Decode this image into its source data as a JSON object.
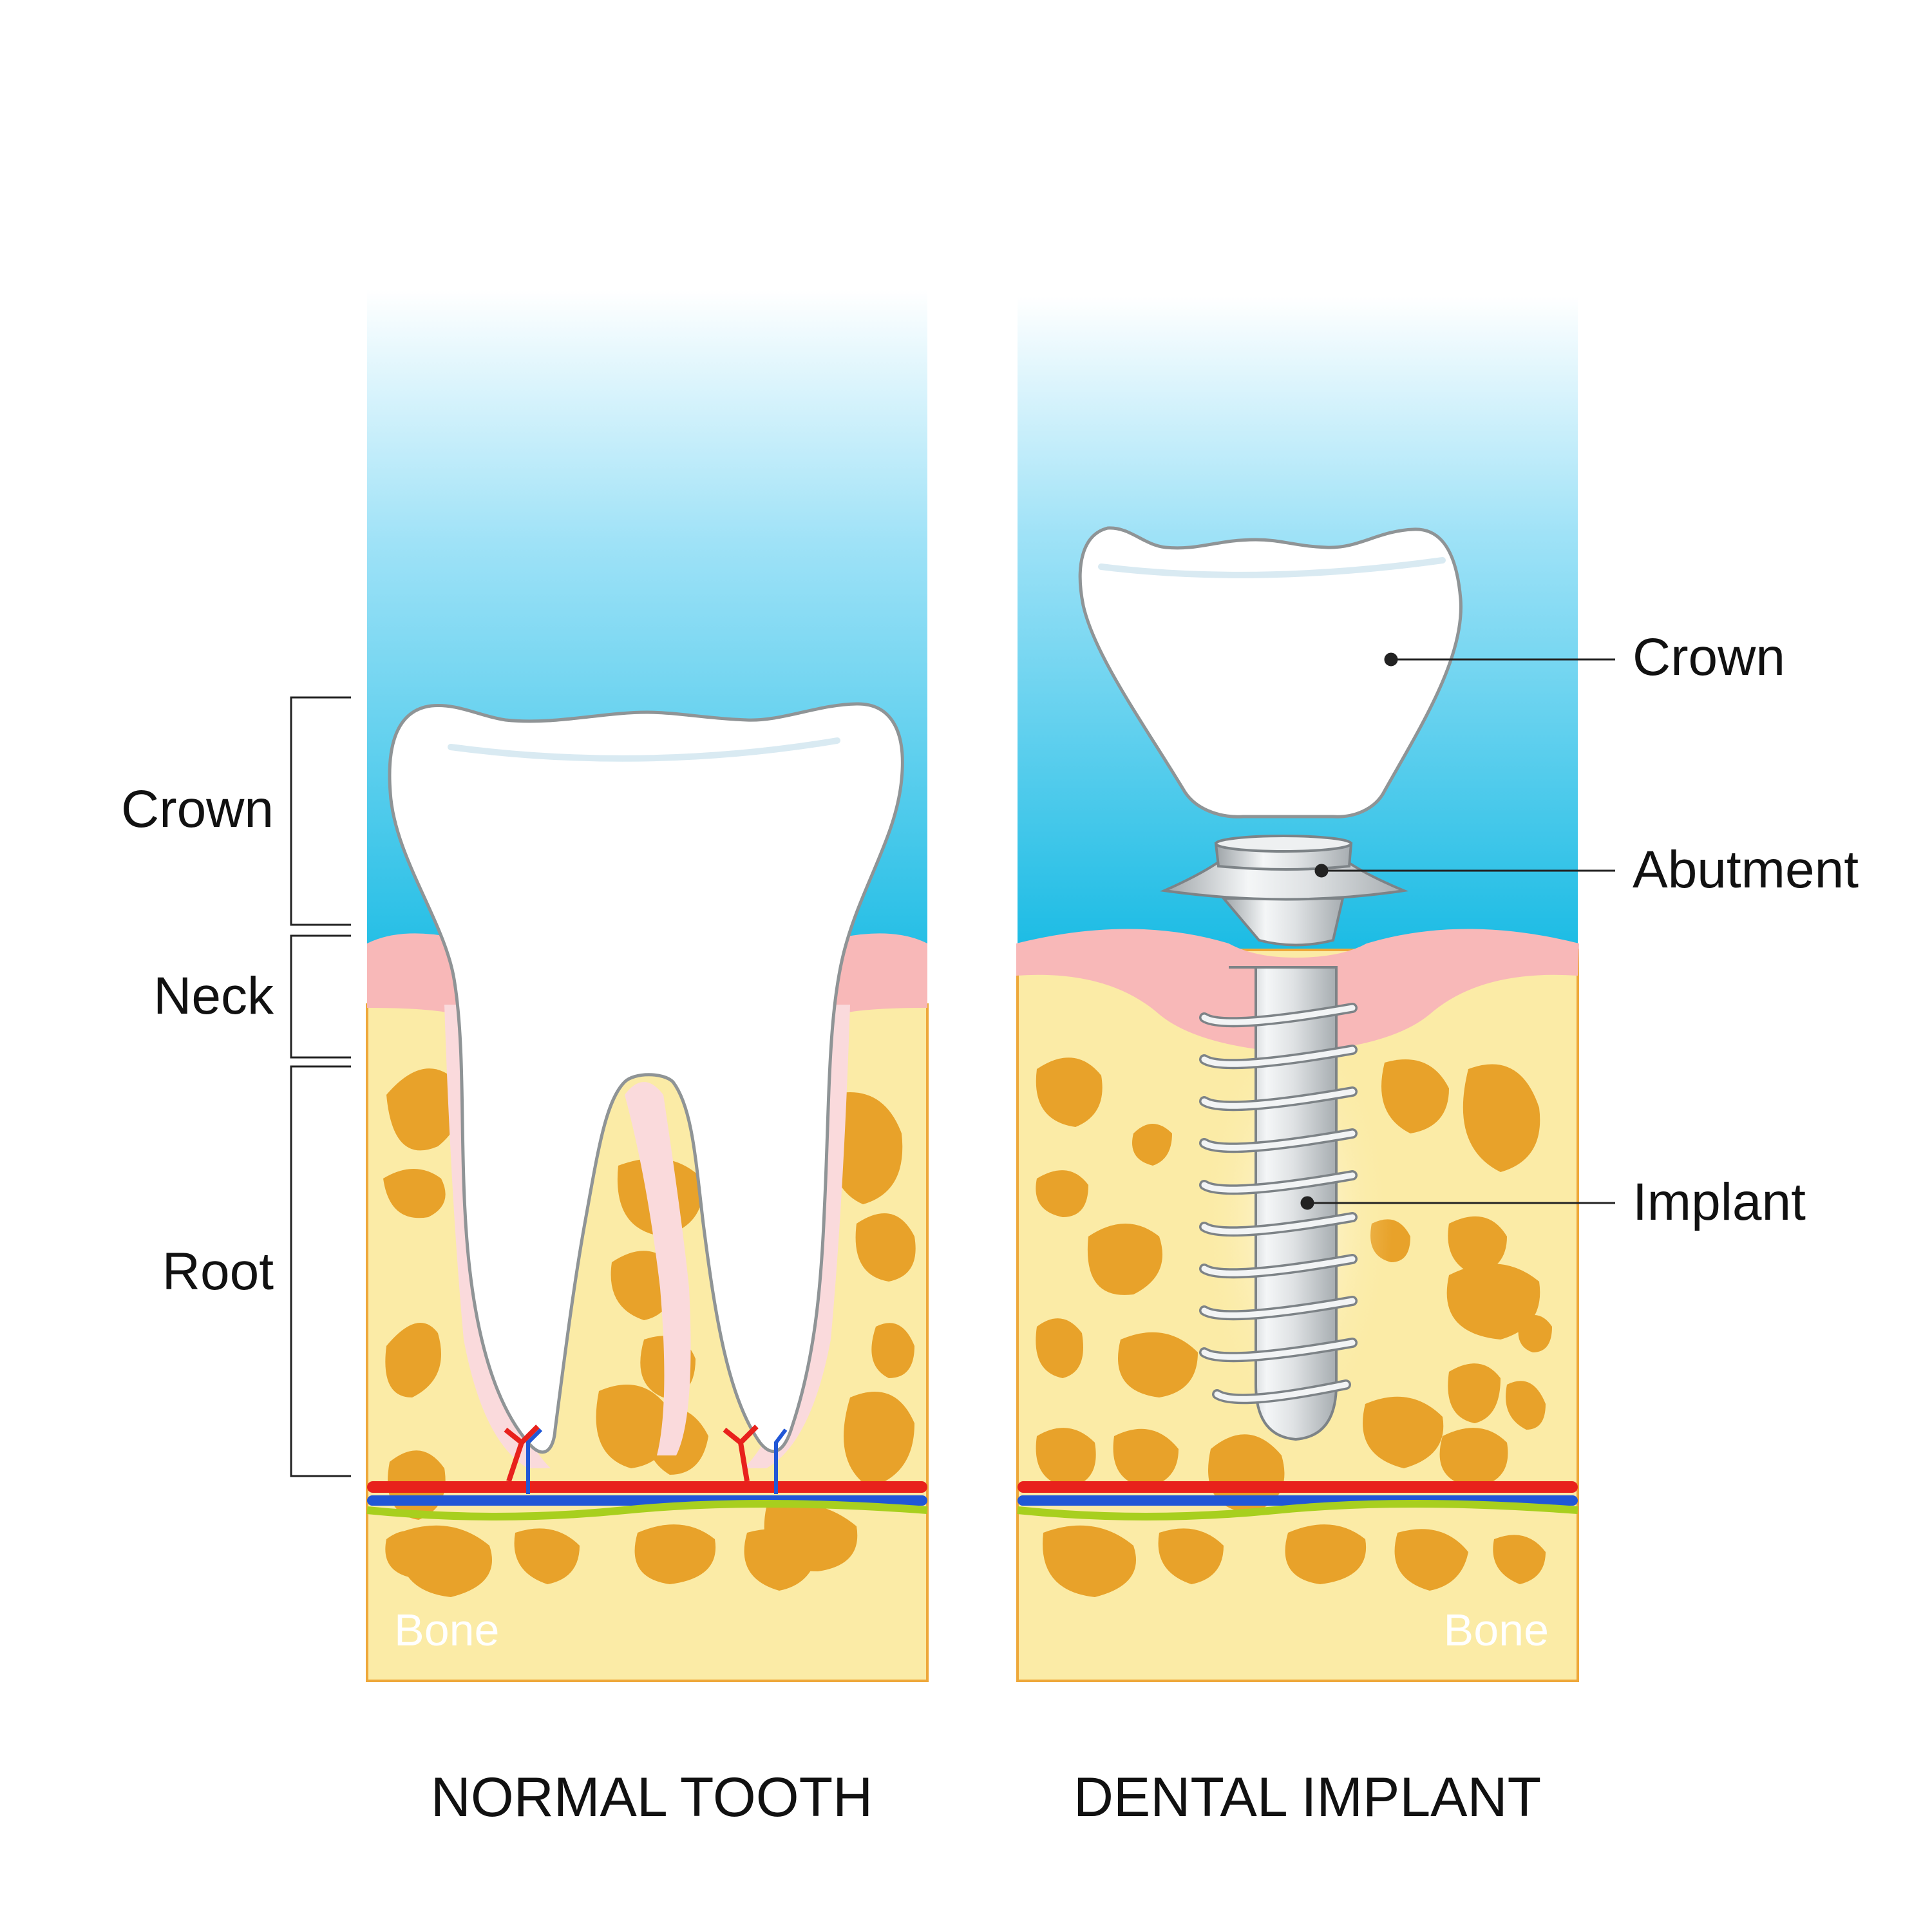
{
  "colors": {
    "sky_top": "#ffffff",
    "sky_bottom": "#12b9e3",
    "gum": "#f8b8b8",
    "bone": "#fbeba6",
    "bone_cavity": "#e8a22a",
    "tooth": "#ffffff",
    "implant_metal": "#cfd3d6",
    "artery": "#e8211c",
    "vein": "#2157d6",
    "nerve": "#a8cf1e"
  },
  "normal_tooth": {
    "caption": "NORMAL TOOTH",
    "bone_label": "Bone",
    "parts": [
      {
        "label": "Crown"
      },
      {
        "label": "Neck"
      },
      {
        "label": "Root"
      }
    ]
  },
  "dental_implant": {
    "caption": "DENTAL IMPLANT",
    "bone_label": "Bone",
    "parts": [
      {
        "label": "Crown"
      },
      {
        "label": "Abutment"
      },
      {
        "label": "Implant"
      }
    ]
  }
}
